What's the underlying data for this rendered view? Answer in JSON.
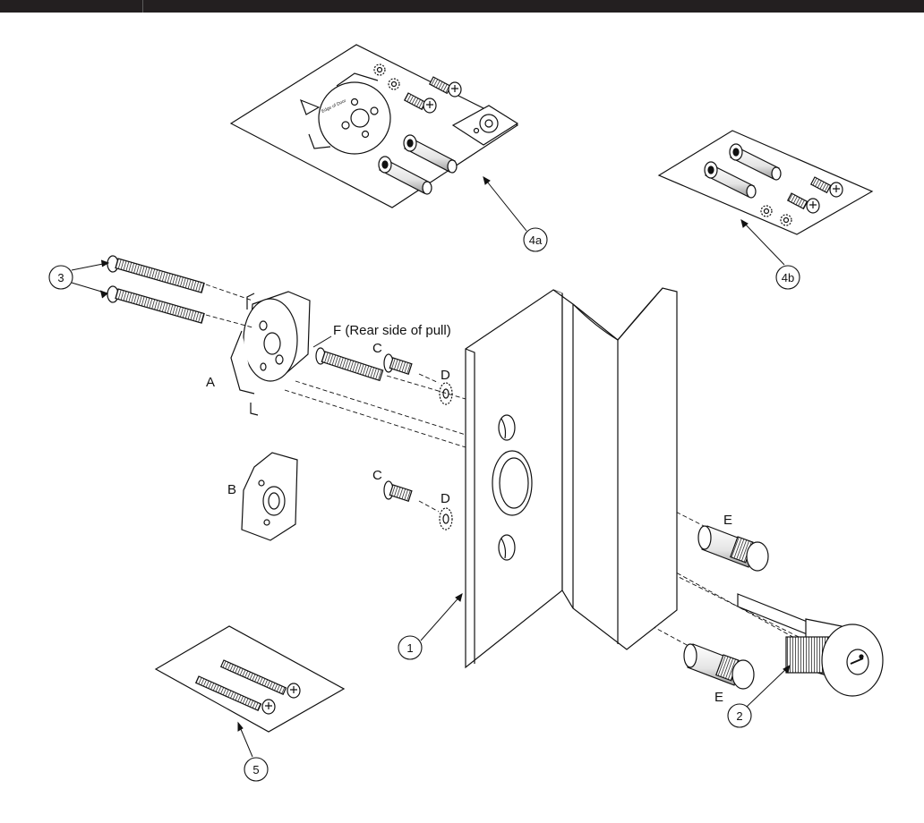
{
  "figure": {
    "callouts": {
      "c1": "1",
      "c2": "2",
      "c3": "3",
      "c4a": "4a",
      "c4b": "4b",
      "c5": "5"
    },
    "letters": {
      "A": "A",
      "B": "B",
      "C_upper": "C",
      "C_lower": "C",
      "D_upper": "D",
      "D_lower": "D",
      "E_upper": "E",
      "E_lower": "E",
      "F": "F (Rear side of pull)"
    },
    "template_text": "Edge of Door"
  },
  "colors": {
    "topbar": "#231f20",
    "line": "#111111",
    "shade": "#c9c9c9"
  }
}
